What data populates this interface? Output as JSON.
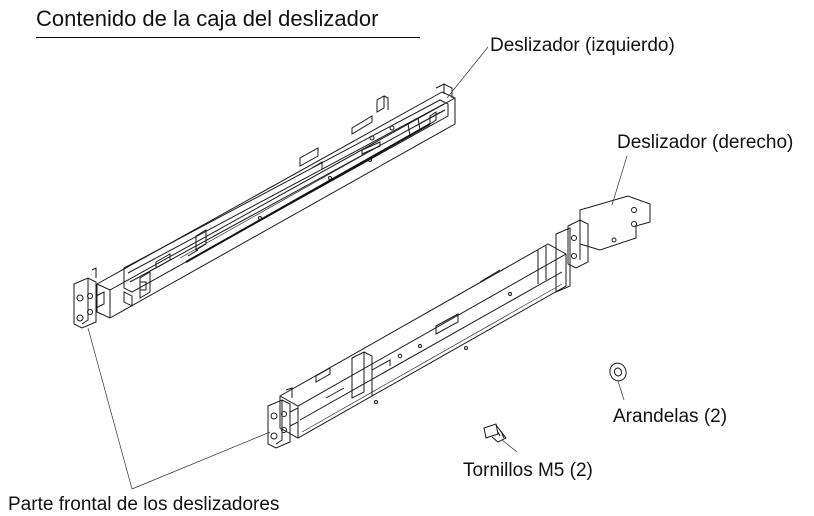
{
  "title": "Contenido de la caja del deslizador",
  "labels": {
    "slide_left": "Deslizador (izquierdo)",
    "slide_right": "Deslizador (derecho)",
    "washers": "Arandelas (2)",
    "screws": "Tornillos M5 (2)",
    "slides_front": "Parte frontal de los deslizadores"
  },
  "colors": {
    "line": "#1a1a1a",
    "background": "#ffffff"
  }
}
